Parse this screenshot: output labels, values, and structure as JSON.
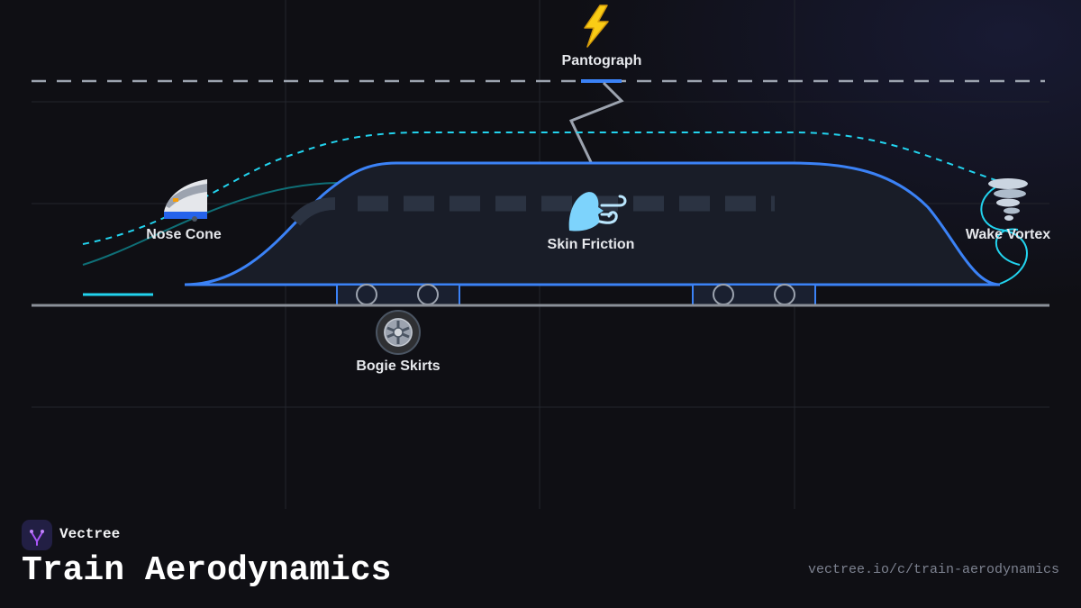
{
  "diagram": {
    "labels": {
      "pantograph": "Pantograph",
      "nose_cone": "Nose Cone",
      "skin_friction": "Skin Friction",
      "wake_vortex": "Wake Vortex",
      "bogie_skirts": "Bogie Skirts"
    },
    "icons": {
      "pantograph": "lightning-bolt",
      "nose_cone": "high-speed-train",
      "skin_friction": "wind-face",
      "wake_vortex": "tornado",
      "bogie_skirts": "wheel"
    },
    "colors": {
      "background": "#0f0f14",
      "train_outline": "#3b82f6",
      "airflow": "#22d3ee",
      "wire": "#9ca3af",
      "rail": "#8b9099"
    }
  },
  "footer": {
    "brand_name": "Vectree",
    "title": "Train Aerodynamics",
    "url": "vectree.io/c/train-aerodynamics"
  }
}
